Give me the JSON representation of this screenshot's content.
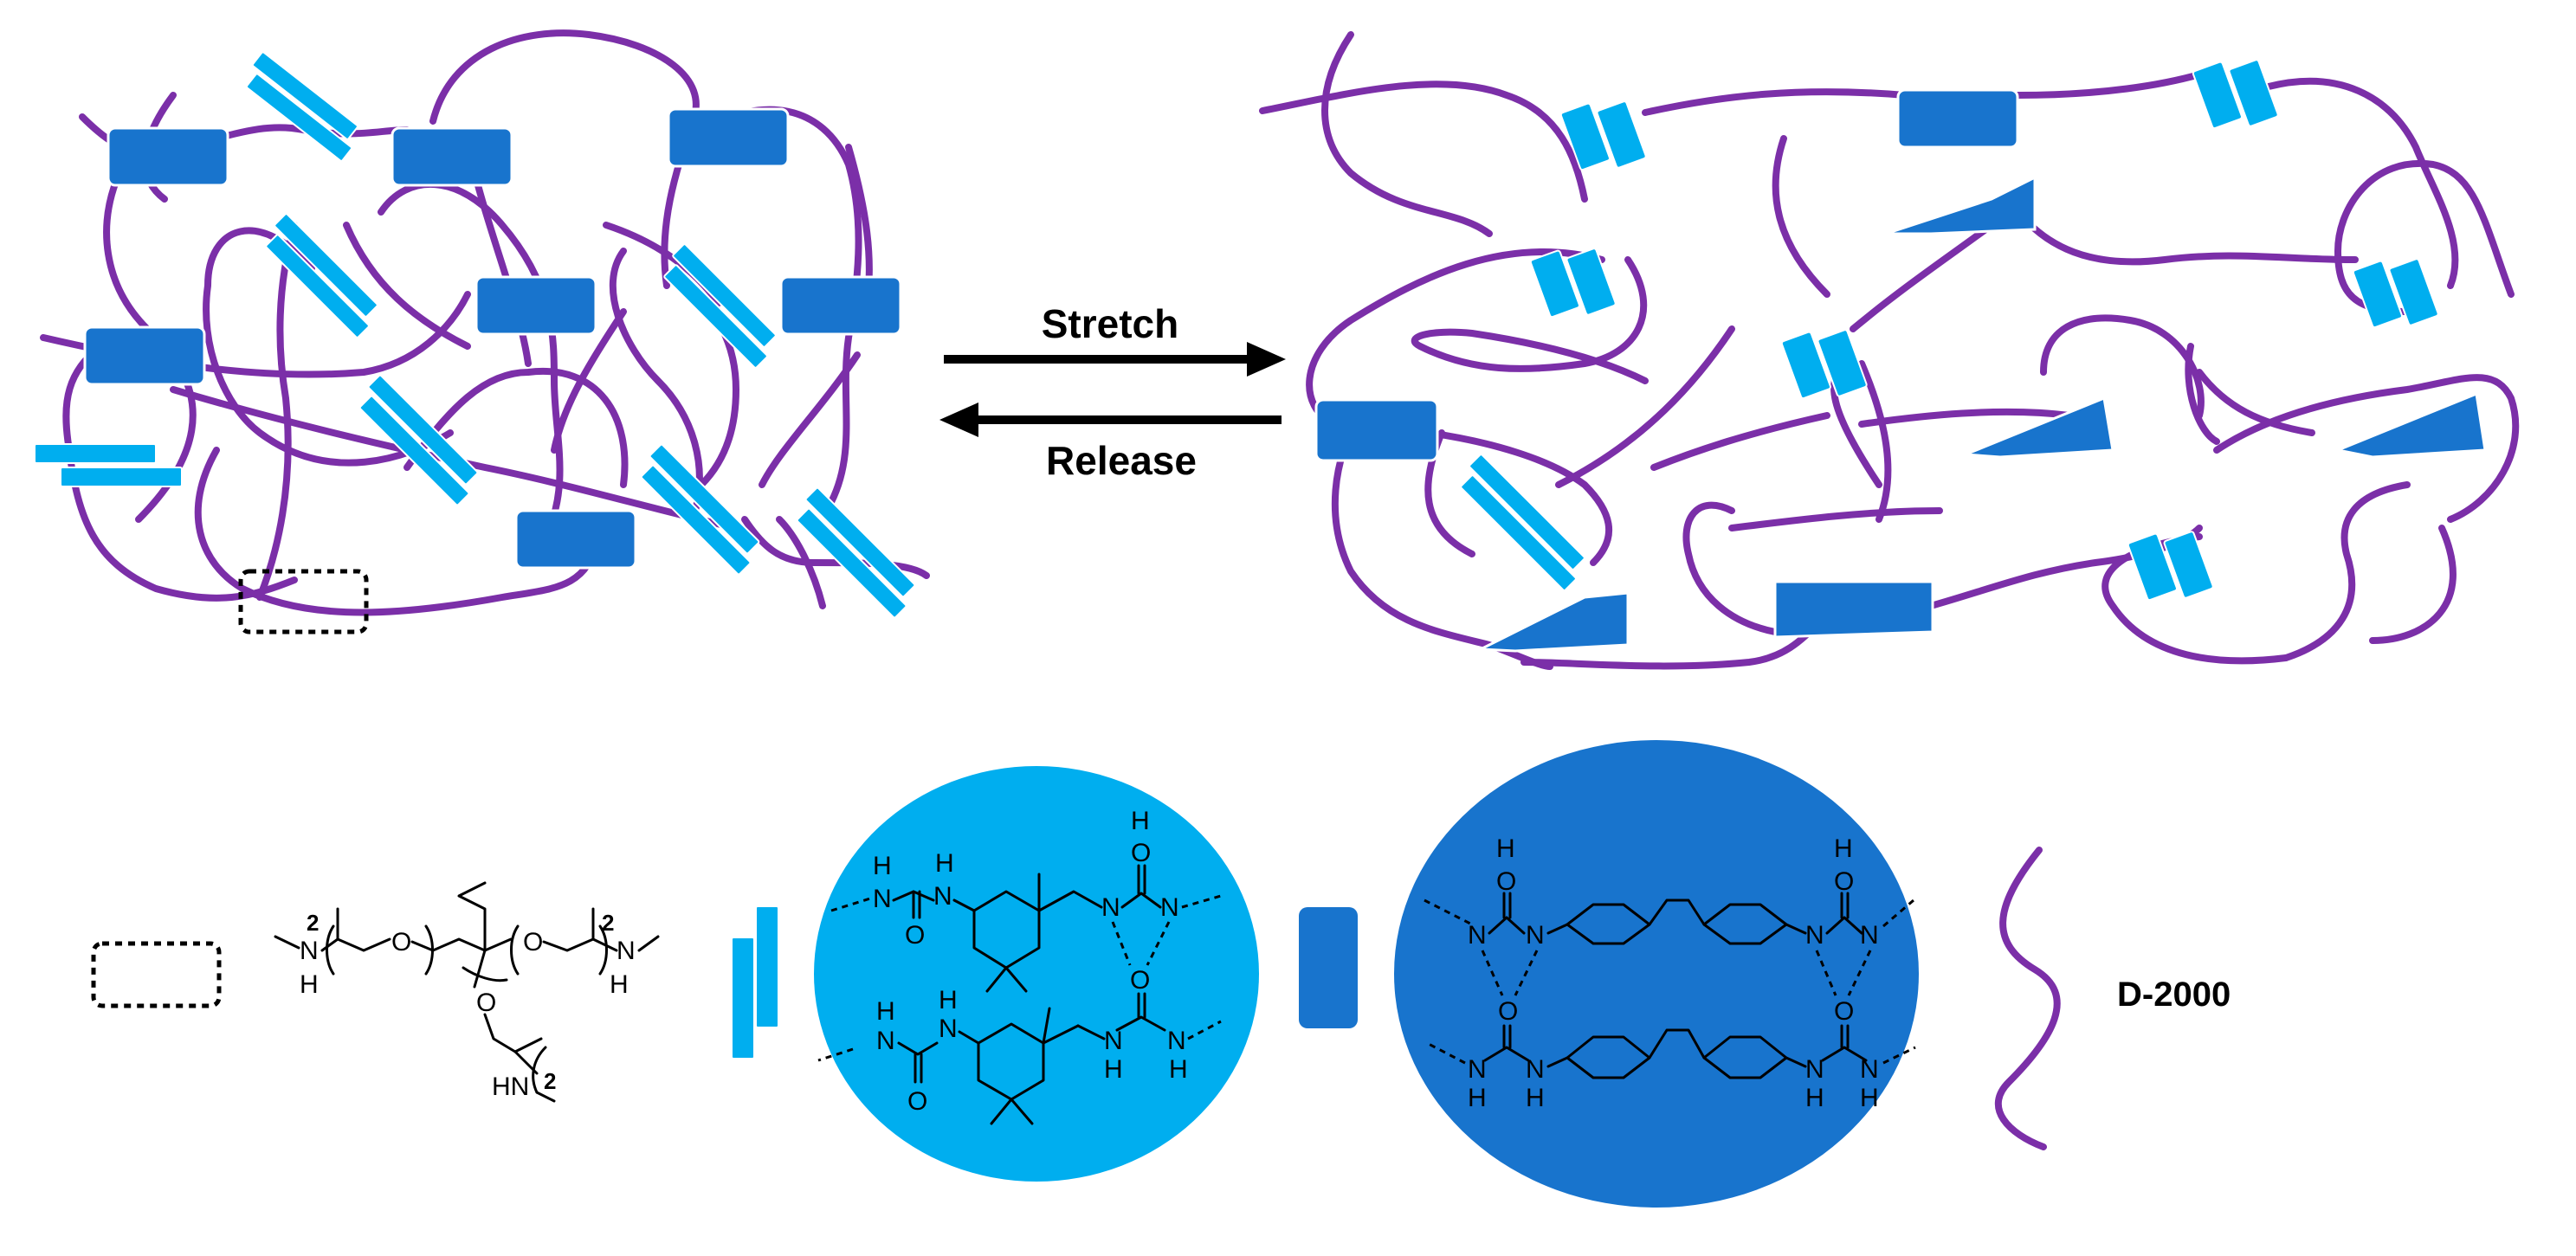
{
  "colors": {
    "chain": "#7B2FA8",
    "light_block": "#00AEEF",
    "dark_block": "#1874CD",
    "outline": "#000000"
  },
  "arrows": {
    "stretch_label": "Stretch",
    "release_label": "Release"
  },
  "legend": {
    "dashed_box_icon": "dashed-rectangle-icon",
    "light_block_icon": "double-bar-icon",
    "dark_block_icon": "rounded-block-icon",
    "chain_icon": "wavy-line-icon",
    "chain_label": "D-2000"
  },
  "chem": {
    "repeat_count": "2",
    "N": "N",
    "H": "H",
    "O": "O",
    "HN": "HN"
  }
}
